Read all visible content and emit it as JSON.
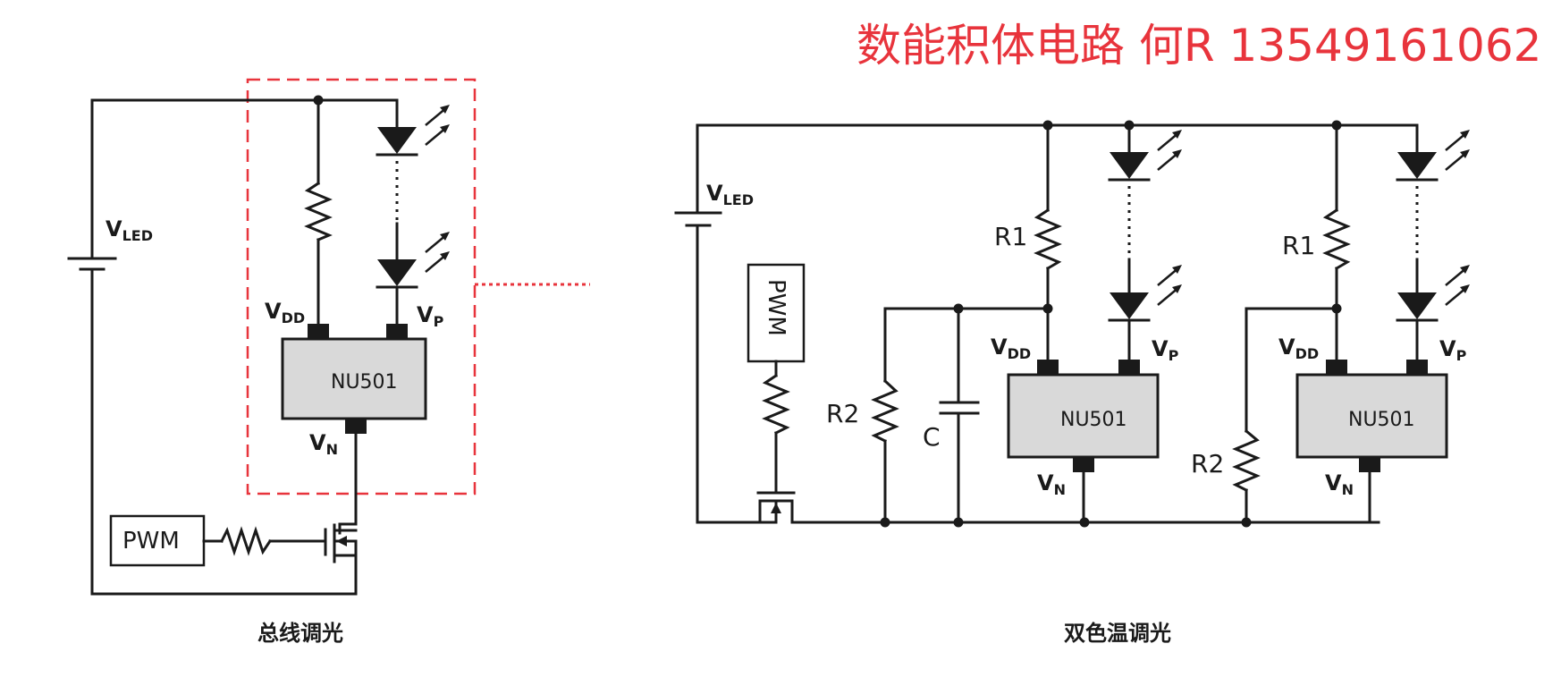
{
  "header": {
    "watermark": "数能积体电路  何R 13549161062",
    "accent_color": "#e8343c"
  },
  "left": {
    "supply_label_main": "V",
    "supply_label_sub": "LED",
    "vdd_main": "V",
    "vdd_sub": "DD",
    "vp_main": "V",
    "vp_sub": "P",
    "vn_main": "V",
    "vn_sub": "N",
    "chip_label": "NU501",
    "pwm_label": "PWM",
    "caption": "总线调光"
  },
  "right": {
    "supply_label_main": "V",
    "supply_label_sub": "LED",
    "pwm_label": "PWM",
    "r1_label": "R1",
    "r2_label": "R2",
    "c_label": "C",
    "vdd_main": "V",
    "vdd_sub": "DD",
    "vp_main": "V",
    "vp_sub": "P",
    "vn_main": "V",
    "vn_sub": "N",
    "chip_label": "NU501",
    "caption": "双色温调光"
  }
}
